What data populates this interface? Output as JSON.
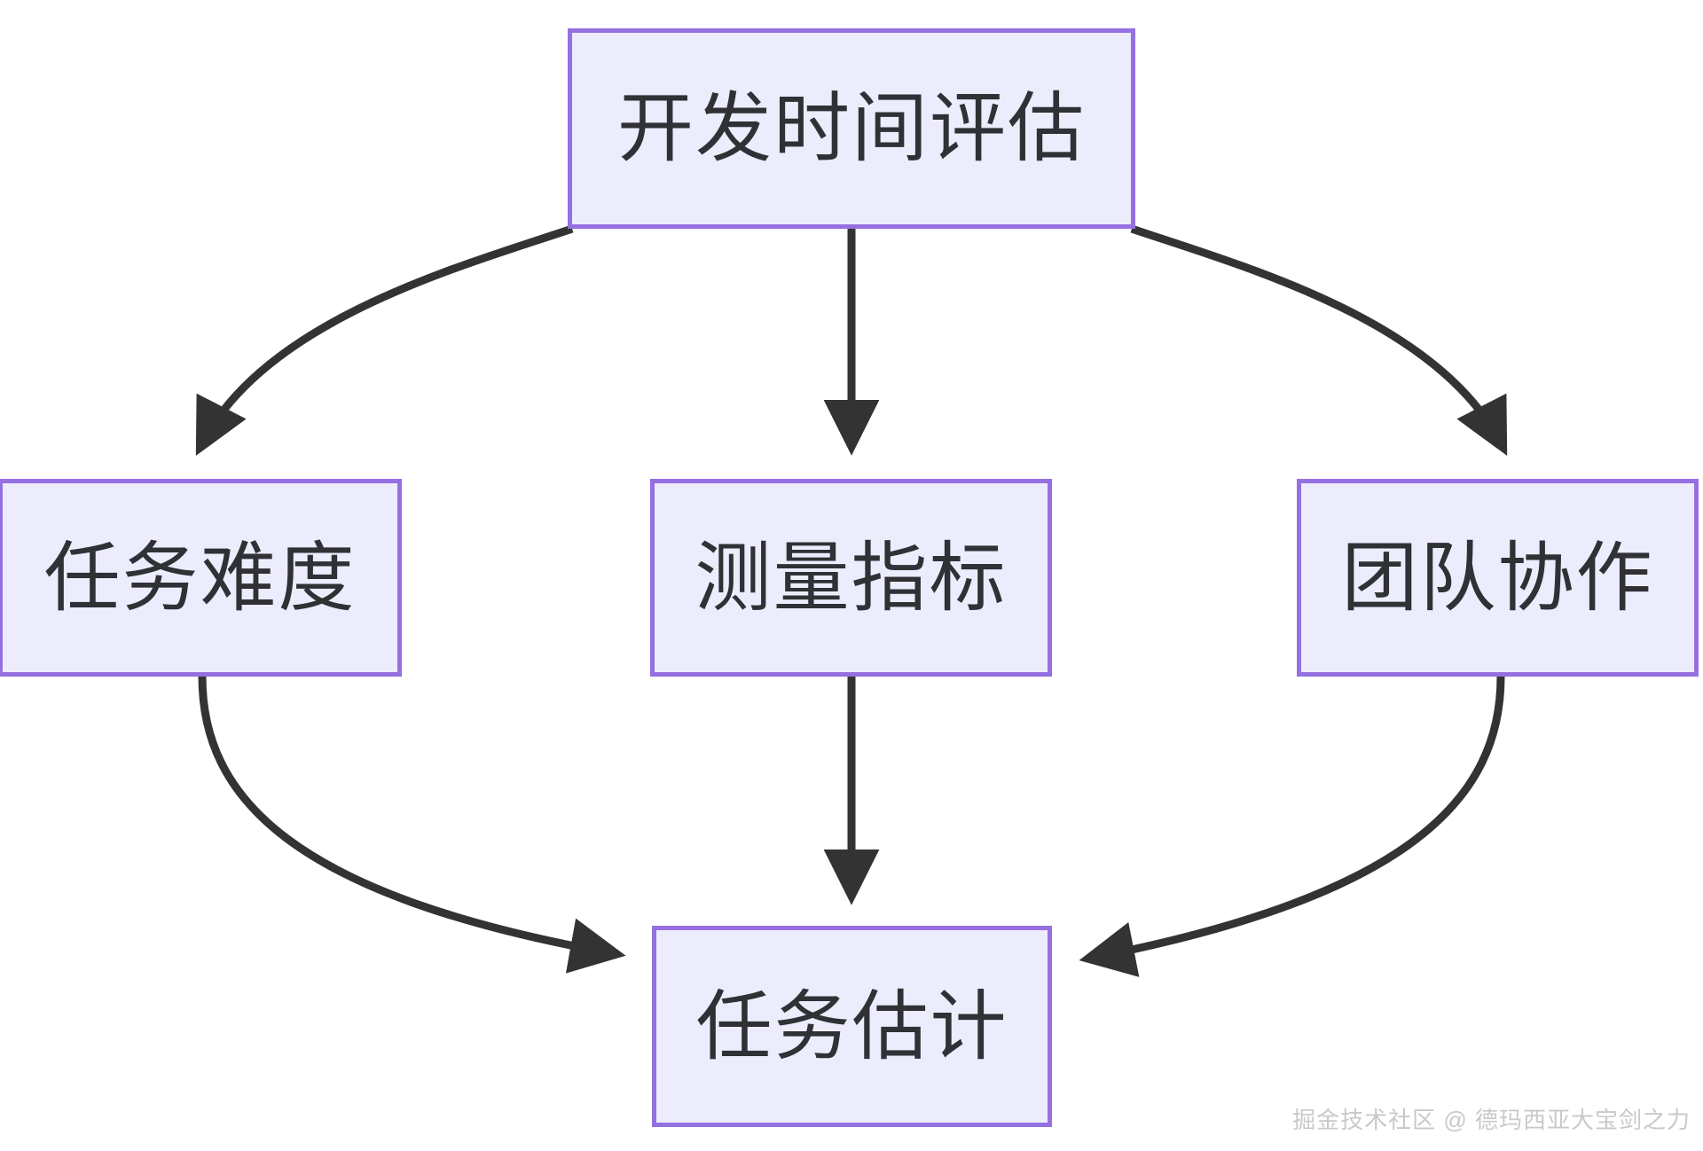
{
  "diagram": {
    "type": "flowchart",
    "direction": "top-down",
    "theme": {
      "node_fill": "#ececfd",
      "node_border": "#9570e0",
      "node_text": "#2f3135",
      "edge_color": "#333333",
      "background": "#ffffff"
    },
    "nodes": [
      {
        "id": "top",
        "label": "开发时间评估"
      },
      {
        "id": "left",
        "label": "任务难度"
      },
      {
        "id": "middle",
        "label": "测量指标"
      },
      {
        "id": "right",
        "label": "团队协作"
      },
      {
        "id": "bottom",
        "label": "任务估计"
      }
    ],
    "edges": [
      {
        "from": "top",
        "to": "left",
        "label": "",
        "style": "curved-arrow"
      },
      {
        "from": "top",
        "to": "middle",
        "label": "",
        "style": "straight-arrow"
      },
      {
        "from": "top",
        "to": "right",
        "label": "",
        "style": "curved-arrow"
      },
      {
        "from": "left",
        "to": "bottom",
        "label": "",
        "style": "curved-arrow"
      },
      {
        "from": "middle",
        "to": "bottom",
        "label": "",
        "style": "straight-arrow"
      },
      {
        "from": "right",
        "to": "bottom",
        "label": "",
        "style": "curved-arrow"
      }
    ]
  },
  "watermark": {
    "text": "掘金技术社区 @ 德玛西亚大宝剑之力"
  }
}
